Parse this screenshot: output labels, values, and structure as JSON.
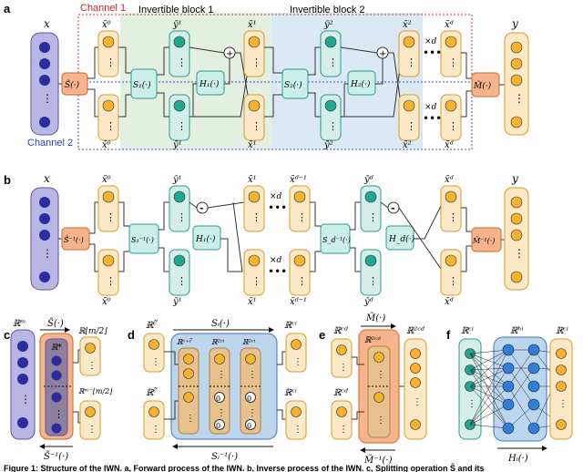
{
  "panels": [
    "a",
    "b",
    "c",
    "d",
    "e",
    "f"
  ],
  "panel_a": {
    "channel1": "Channel 1",
    "channel2": "Channel 2",
    "block1": "Invertible block 1",
    "block2": "Invertible block 2",
    "input": "x",
    "output": "y",
    "split": "S̃(·)",
    "merge": "M̃(·)",
    "s1": "S₁(·)",
    "h1": "H₁(·)",
    "s2": "S₂(·)",
    "h2": "H₂(·)",
    "top_labels": [
      "x̄⁰",
      "ȳ¹",
      "x̄¹",
      "ȳ²",
      "x̄²",
      "x̄ᵈ"
    ],
    "bottom_labels": [
      "x̄⁰",
      "ȳ¹",
      "x̄¹",
      "ȳ²",
      "x̄²",
      "x̄ᵈ"
    ],
    "times_d": "×d",
    "plus": "+"
  },
  "panel_b": {
    "input": "x",
    "output": "y",
    "split_inv": "S̃⁻¹(·)",
    "s1_inv": "S₁⁻¹(·)",
    "h1": "H₁(·)",
    "sd_inv": "S_d⁻¹(·)",
    "hd": "H_d(·)",
    "merge_inv": "M̃⁻¹(·)",
    "top_labels": [
      "x̄⁰",
      "ȳ¹",
      "x̄¹",
      "x̄ᵈ⁻¹",
      "ȳᵈ",
      "x̄ᵈ"
    ],
    "bottom_labels": [
      "x̄⁰",
      "ȳ¹",
      "x̄¹",
      "x̄ᵈ⁻¹",
      "ȳᵈ",
      "x̄ᵈ"
    ],
    "times_d": "×d",
    "minus": "-"
  },
  "panel_c": {
    "rm": "ℝᵐ",
    "op": "S̃(·)",
    "op_inv": "S̃⁻¹(·)",
    "r_star": "ℝ*",
    "top_dim": "ℝ⌊m/2⌋",
    "bot_dim": "ℝᵐ⁻⌊m/2⌋"
  },
  "panel_d": {
    "op": "Sᵢ(·)",
    "op_inv": "Sᵢ⁻¹(·)",
    "in_top": "ℝᶜ̃",
    "in_bot": "ℝᶜ̃",
    "inner1": "ℝᶜ⁺ᶜ̃",
    "inner2": "ℝ²ᶜⁱ",
    "inner3": "ℝ²ᶜⁱ",
    "out_top": "ℝᶜⁱ",
    "out_bot": "ℝᶜⁱ",
    "zero": "0"
  },
  "panel_e": {
    "op": "M̃(·)",
    "op_inv": "M̃⁻¹(·)",
    "in_top": "ℝᶜᵈ",
    "in_bot": "ℝᶜᵈ",
    "inner": "ℝ²ᶜᵈ",
    "out": "ℝ²ᶜᵈ"
  },
  "panel_f": {
    "in": "ℝᶜⁱ",
    "hidden": "ℝʰⁱ",
    "out": "ℝᶜⁱ",
    "op": "Hᵢ(·)"
  },
  "caption": "Figure 1: Structure of the IWN. a, Forward process of the IWN. b, Inverse process of the IWN. c, Splitting operation S̃ and its"
}
